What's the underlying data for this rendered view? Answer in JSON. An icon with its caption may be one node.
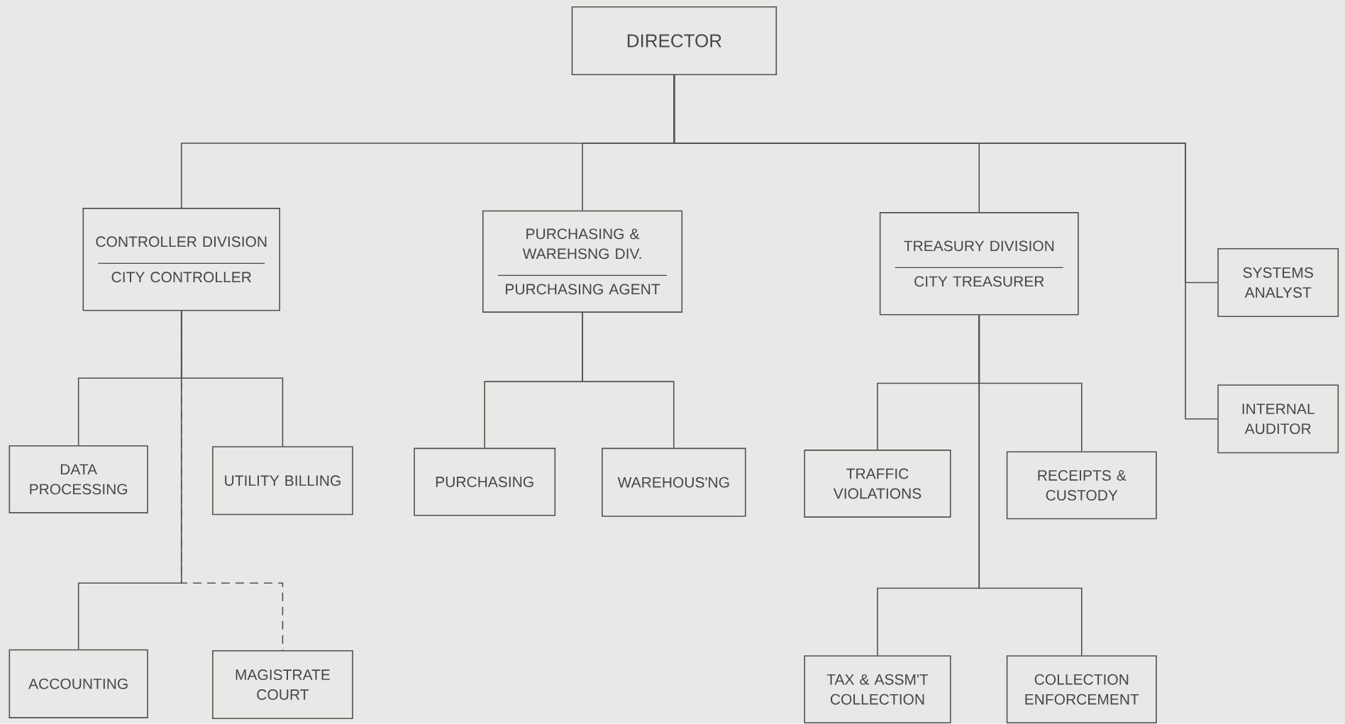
{
  "diagram": {
    "nodes": [
      {
        "text": [
          "DIRECTOR"
        ]
      },
      {
        "text": [
          "CONTROLLER DIVISION",
          "CITY CONTROLLER"
        ]
      },
      {
        "text": [
          "PURCHASING & WAREHSNG DIV.",
          "PURCHASING AGENT"
        ]
      },
      {
        "text": [
          "TREASURY DIVISION",
          "CITY TREASURER"
        ]
      },
      {
        "text": [
          "SYSTEMS ANALYST"
        ]
      },
      {
        "text": [
          "INTERNAL AUDITOR"
        ]
      },
      {
        "text": [
          "DATA PROCESSING"
        ]
      },
      {
        "text": [
          "UTILITY BILLING"
        ]
      },
      {
        "text": [
          "ACCOUNTING"
        ]
      },
      {
        "text": [
          "MAGISTRATE COURT"
        ]
      },
      {
        "text": [
          "PURCHASING"
        ]
      },
      {
        "text": [
          "WAREHOUS'NG"
        ]
      },
      {
        "text": [
          "TRAFFIC VIOLATIONS"
        ]
      },
      {
        "text": [
          "RECEIPTS & CUSTODY"
        ]
      },
      {
        "text": [
          "TAX & ASSM'T COLLECTION"
        ]
      },
      {
        "text": [
          "COLLECTION ENFORCEMENT"
        ]
      }
    ],
    "edges": [
      {
        "from": 0,
        "to": 1,
        "arrow": "none"
      },
      {
        "from": 0,
        "to": 2,
        "arrow": "none"
      },
      {
        "from": 0,
        "to": 3,
        "arrow": "none"
      },
      {
        "from": 0,
        "to": 4,
        "arrow": "none"
      },
      {
        "from": 0,
        "to": 5,
        "arrow": "none"
      },
      {
        "from": 1,
        "to": 6,
        "arrow": "none"
      },
      {
        "from": 1,
        "to": 7,
        "arrow": "none"
      },
      {
        "from": 1,
        "to": 8,
        "arrow": "none"
      },
      {
        "from": 1,
        "to": 9,
        "arrow": "none",
        "style": "dashed"
      },
      {
        "from": 2,
        "to": 10,
        "arrow": "none"
      },
      {
        "from": 2,
        "to": 11,
        "arrow": "none"
      },
      {
        "from": 3,
        "to": 12,
        "arrow": "none"
      },
      {
        "from": 3,
        "to": 13,
        "arrow": "none"
      },
      {
        "from": 3,
        "to": 14,
        "arrow": "none"
      },
      {
        "from": 3,
        "to": 15,
        "arrow": "none"
      }
    ]
  }
}
